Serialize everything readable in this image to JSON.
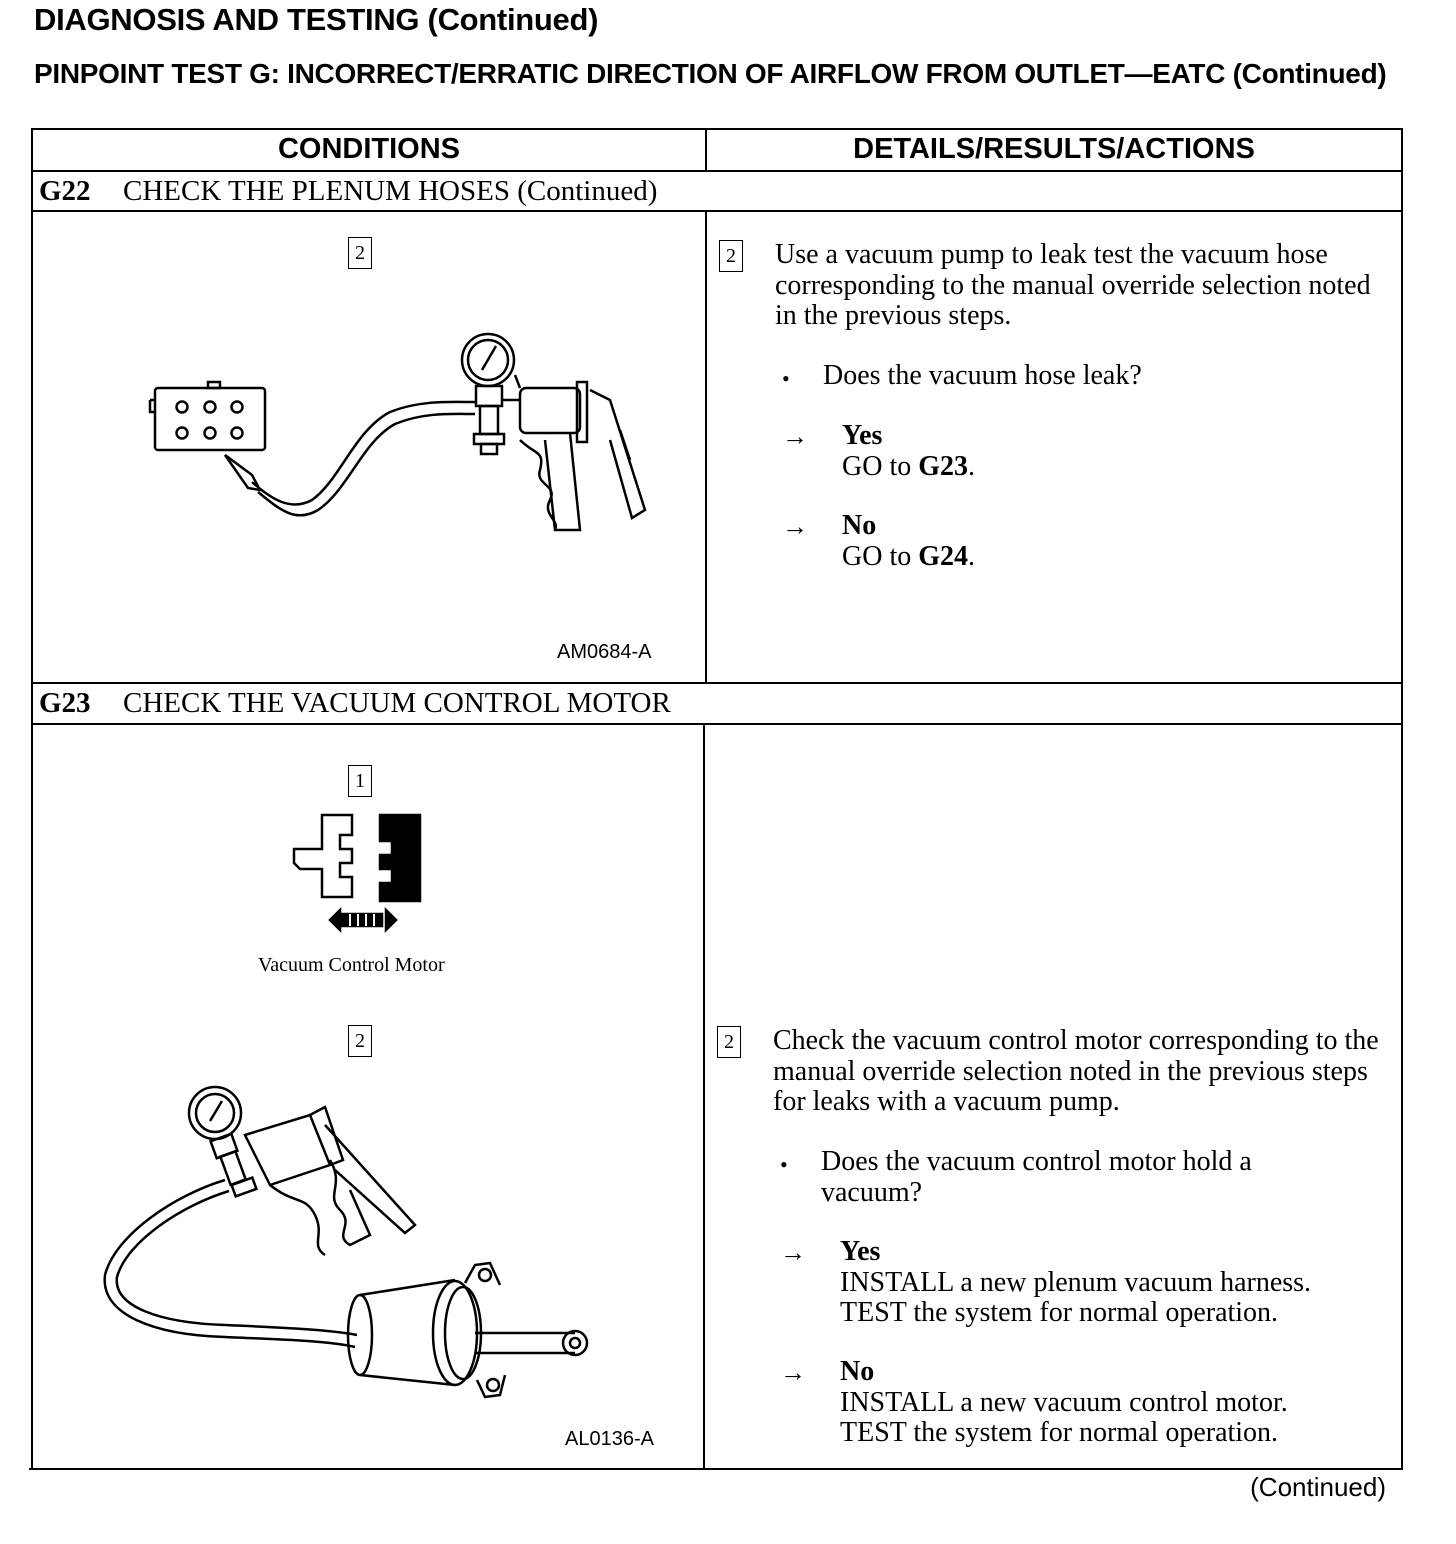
{
  "page": {
    "title": "DIAGNOSIS AND TESTING (Continued)",
    "test_title": "PINPOINT TEST G:  INCORRECT/ERRATIC DIRECTION OF AIRFLOW FROM OUTLET—EATC (Continued)",
    "footer_continued": "(Continued)"
  },
  "table": {
    "headers": {
      "conditions": "CONDITIONS",
      "details": "DETAILS/RESULTS/ACTIONS"
    },
    "g22": {
      "code": "G22",
      "title": "CHECK THE PLENUM HOSES (Continued)",
      "fig_step": "2",
      "fig_code": "AM0684-A",
      "detail_step": "2",
      "instruction": "Use a vacuum pump to leak test the vacuum hose corresponding to the manual override selection noted in the previous steps.",
      "question": "Does the vacuum hose leak?",
      "yes_label": "Yes",
      "yes_prefix": "GO to ",
      "yes_target": "G23",
      "no_label": "No",
      "no_prefix": "GO to ",
      "no_target": "G24"
    },
    "g23": {
      "code": "G23",
      "title": "CHECK THE VACUUM CONTROL MOTOR",
      "fig1_step": "1",
      "fig1_caption": "Vacuum Control Motor",
      "fig2_step": "2",
      "fig_code": "AL0136-A",
      "detail_step": "2",
      "instruction": "Check the vacuum control motor corresponding to the manual override selection noted in the previous steps for leaks with a vacuum pump.",
      "question": "Does the vacuum control motor hold a vacuum?",
      "yes_label": "Yes",
      "yes_text_1": "INSTALL a new plenum vacuum harness.",
      "yes_text_2": "TEST the system for normal operation.",
      "no_label": "No",
      "no_text_1": "INSTALL a new vacuum control motor.",
      "no_text_2": "TEST the system for normal operation."
    }
  },
  "symbols": {
    "arrow": "→",
    "bullet": "•"
  }
}
